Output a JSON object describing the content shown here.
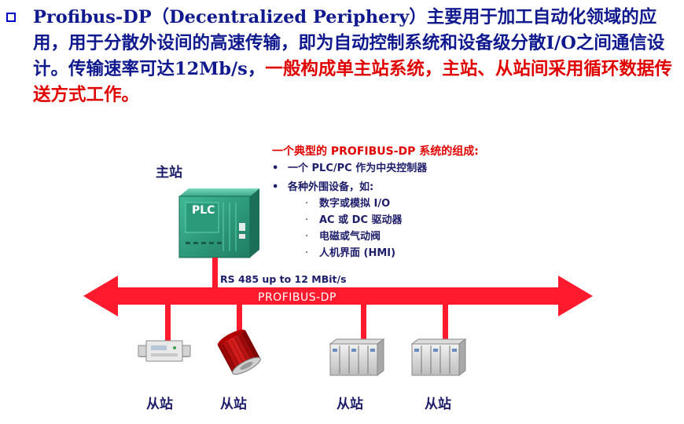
{
  "intro": {
    "text_blue": "Profibus-DP（Decentralized Periphery）主要用于加工自动化领域的应用，用于分散外设间的高速传输，即为自动控制系统和设备级分散I/O之间通信设计。传输速率可达12Mb/s，",
    "text_red": "一般构成单主站系统，主站、从站间采用循环数据传送方式工作。"
  },
  "diagram": {
    "master_label": "主站",
    "plc_label": "PLC",
    "composition": {
      "title": "一个典型的 PROFIBUS-DP 系统的组成:",
      "items": [
        "一个 PLC/PC 作为中央控制器",
        "各种外围设备，如:"
      ],
      "subitems": [
        "数字或模拟 I/O",
        "AC 或 DC 驱动器",
        "电磁或气动阀",
        "人机界面 (HMI)"
      ]
    },
    "bus_speed": "RS 485 up to 12 MBit/s",
    "bus_name": "PROFIBUS-DP",
    "slave_labels": [
      "从站",
      "从站",
      "从站",
      "从站"
    ]
  },
  "colors": {
    "bus_red": "#ff1a2e",
    "plc_green": "#2fa083",
    "text_blue": "#101a8e",
    "text_red": "#e10000"
  }
}
